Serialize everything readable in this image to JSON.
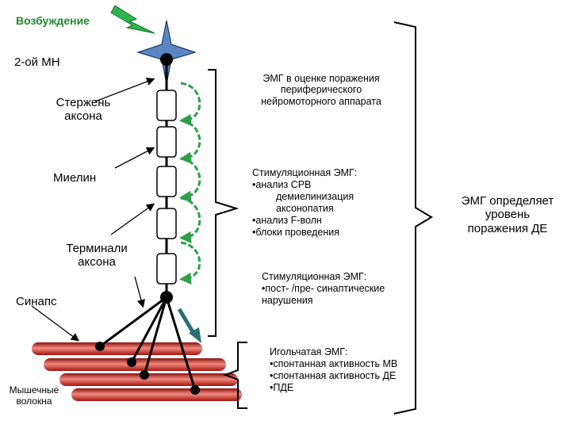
{
  "labels": {
    "excitation": "Возбуждение",
    "mn": "2-ой МН",
    "axon_shaft": "Стержень\nаксона",
    "myelin": "Миелин",
    "axon_terminals": "Терминали\nаксона",
    "synapse": "Синапс",
    "muscle_fibers": "Мышечные\nволокна"
  },
  "title_text": "ЭМГ  в оценке поражения\nпериферического\nнейромоторного аппарата",
  "stim_block_1": {
    "lines": [
      "Стимуляционная ЭМГ:",
      "•анализ СРВ",
      "демиелинизация",
      "аксонопатия",
      "•анализ  F-волн",
      "•блоки проведения"
    ]
  },
  "stim_block_2": {
    "lines": [
      "Стимуляционная ЭМГ:",
      "•пост- /пре- синаптические",
      "нарушения"
    ]
  },
  "needle_block": {
    "lines": [
      "Игольчатая ЭМГ:",
      "•спонтанная активность МВ",
      "•спонтанная активность ДЕ",
      "•ПДЕ"
    ]
  },
  "conclusion": "ЭМГ определяет\nуровень\nпоражения ДЕ",
  "colors": {
    "excitation_text": "#1f8a2e",
    "lightning": "#2fb34a",
    "star": "#5b86c5",
    "arrow_green": "#2e9e48",
    "arrow_teal": "#2a6f74",
    "muscle": "#c41a14",
    "muscle_highlight": "#f08a80"
  },
  "icons": [
    "lightning-icon",
    "star-icon"
  ]
}
